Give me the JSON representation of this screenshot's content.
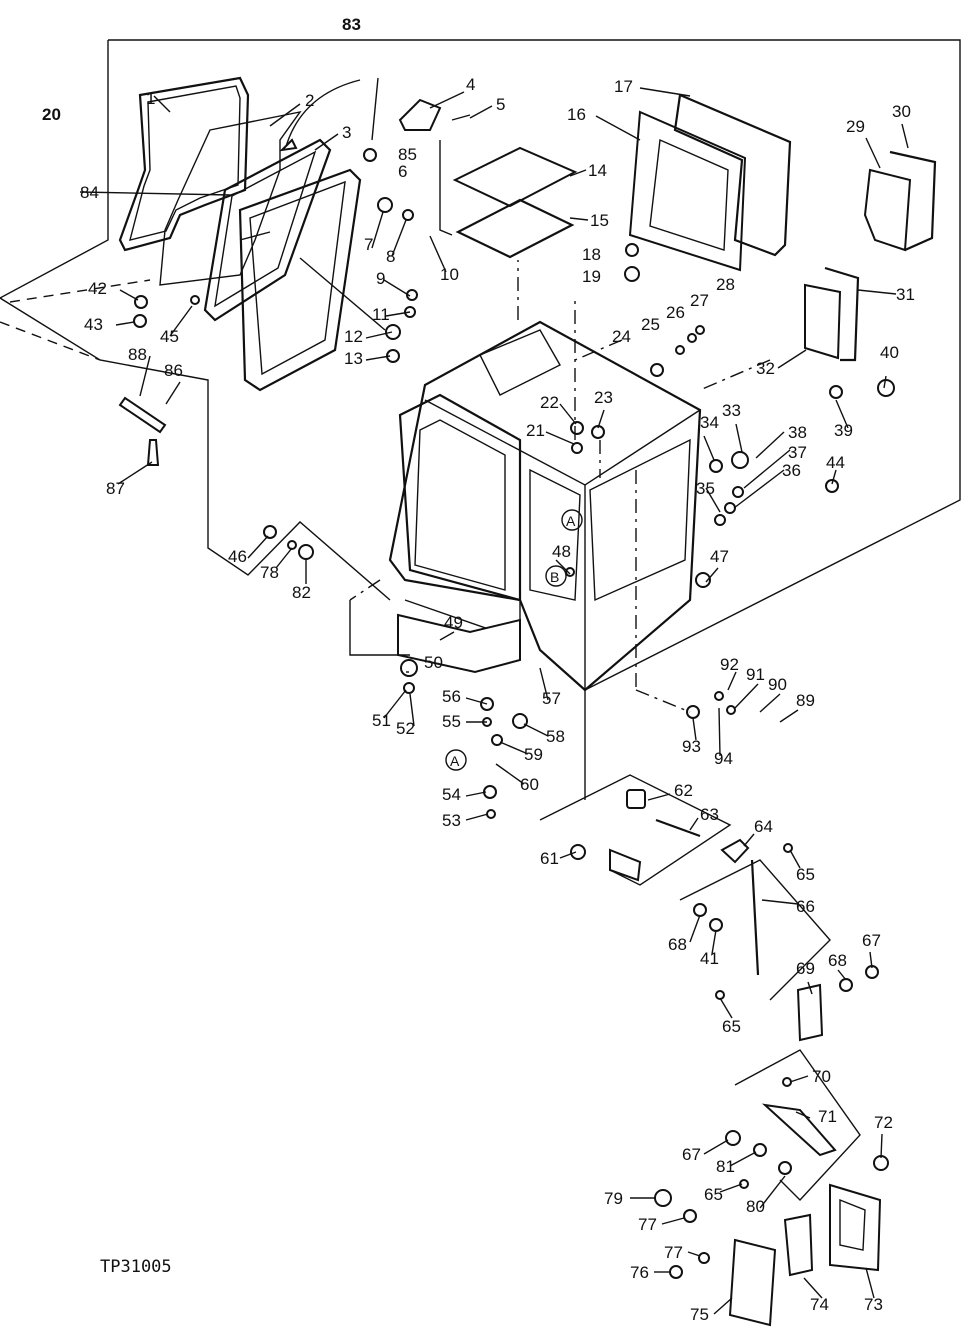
{
  "figure_ref": "TP31005",
  "callouts": {
    "c83": "83",
    "c20": "20",
    "c1": "1",
    "c2": "2",
    "c3": "3",
    "c4": "4",
    "c5": "5",
    "c85": "85",
    "c6": "6",
    "c84": "84",
    "c7": "7",
    "c8": "8",
    "c10": "10",
    "c14": "14",
    "c15": "15",
    "c16": "16",
    "c17": "17",
    "c29": "29",
    "c30": "30",
    "c31": "31",
    "c32": "32",
    "c18": "18",
    "c19": "19",
    "c28": "28",
    "c27": "27",
    "c26": "26",
    "c25": "25",
    "c24": "24",
    "c42": "42",
    "c43": "43",
    "c45": "45",
    "c9": "9",
    "c11": "11",
    "c12": "12",
    "c13": "13",
    "c88": "88",
    "c86": "86",
    "c87": "87",
    "c40": "40",
    "c39": "39",
    "c22": "22",
    "c23": "23",
    "c21": "21",
    "c34": "34",
    "c33": "33",
    "c38": "38",
    "c37": "37",
    "c36": "36",
    "c44": "44",
    "c35": "35",
    "c46": "46",
    "c78": "78",
    "c82": "82",
    "c48": "48",
    "c47": "47",
    "c49": "49",
    "c50": "50",
    "c51": "51",
    "c52": "52",
    "c56": "56",
    "c55": "55",
    "c57": "57",
    "c58": "58",
    "c59": "59",
    "c60": "60",
    "c54": "54",
    "c53": "53",
    "c92": "92",
    "c91": "91",
    "c90": "90",
    "c89": "89",
    "c93": "93",
    "c94": "94",
    "c62": "62",
    "c63": "63",
    "c64": "64",
    "c61": "61",
    "c65a": "65",
    "c66": "66",
    "c68a": "68",
    "c41": "41",
    "c69": "69",
    "c68b": "68",
    "c67a": "67",
    "c65b": "65",
    "c70": "70",
    "c71": "71",
    "c72": "72",
    "c67b": "67",
    "c81": "81",
    "c65c": "65",
    "c80": "80",
    "c79": "79",
    "c77a": "77",
    "c77b": "77",
    "c76": "76",
    "c75": "75",
    "c74": "74",
    "c73": "73"
  },
  "markers": {
    "A1": "A",
    "B1": "B",
    "A2": "A"
  }
}
